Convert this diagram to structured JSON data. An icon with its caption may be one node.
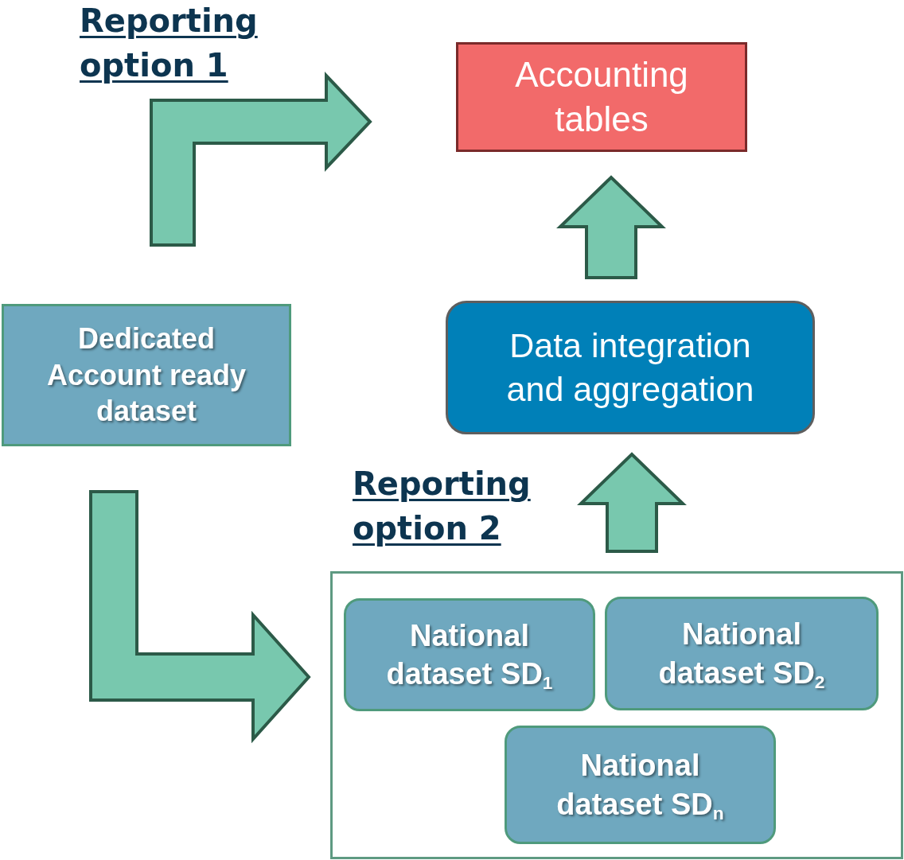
{
  "diagram": {
    "nodes": [
      {
        "text": [
          "Accounting tables"
        ]
      },
      {
        "text": [
          "Data integration and aggregation"
        ]
      },
      {
        "text": [
          "Dedicated Account ready dataset"
        ]
      },
      {
        "text": [],
        "shape": "box"
      },
      {
        "text": [
          "National dataset SD$_{1}$"
        ],
        "in": 3
      },
      {
        "text": [
          "National dataset SD$_{2}$"
        ],
        "in": 3
      },
      {
        "text": [
          "National dataset SD$_{n}$"
        ],
        "in": 3
      }
    ],
    "edges": [
      {
        "from": 2,
        "to": 0,
        "arrow": "to"
      },
      {
        "from": 2,
        "to": 3,
        "arrow": "to"
      },
      {
        "from": 3,
        "to": 1,
        "arrow": "to"
      },
      {
        "from": 1,
        "to": 0,
        "arrow": "to"
      }
    ],
    "labels": [
      "Reporting option 1",
      "Reporting option 2"
    ]
  }
}
